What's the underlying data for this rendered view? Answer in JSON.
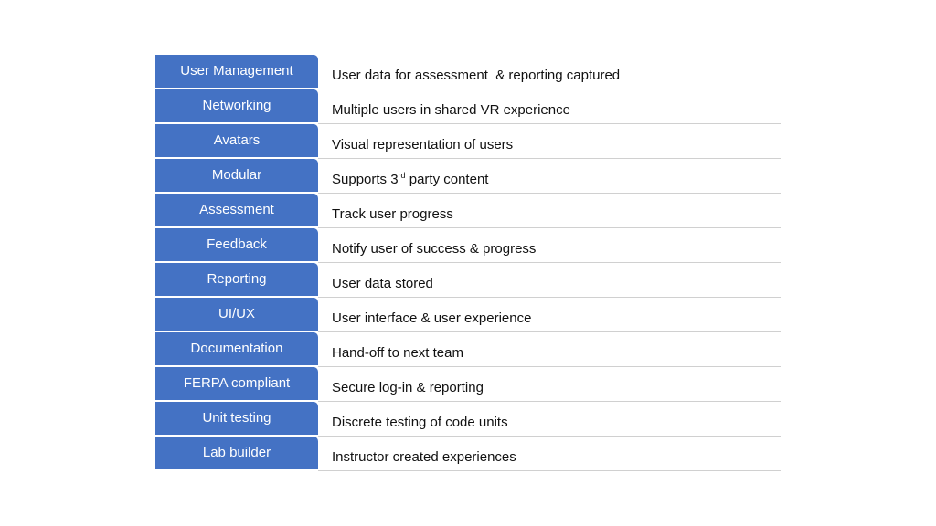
{
  "rows": [
    {
      "label": "User Management",
      "desc": "User data for assessment  & reporting captured"
    },
    {
      "label": "Networking",
      "desc": "Multiple users in shared VR experience"
    },
    {
      "label": "Avatars",
      "desc": "Visual representation of users"
    },
    {
      "label": "Modular",
      "desc_pre": "Supports 3",
      "desc_sup": "rd",
      "desc_post": " party content"
    },
    {
      "label": "Assessment",
      "desc": "Track user progress"
    },
    {
      "label": "Feedback",
      "desc": "Notify user of success & progress"
    },
    {
      "label": "Reporting",
      "desc": "User data stored"
    },
    {
      "label": "UI/UX",
      "desc": "User interface & user experience"
    },
    {
      "label": "Documentation",
      "desc": "Hand-off to next team"
    },
    {
      "label": "FERPA compliant",
      "desc": "Secure log-in & reporting"
    },
    {
      "label": "Unit testing",
      "desc": "Discrete testing of code units"
    },
    {
      "label": "Lab builder",
      "desc": "Instructor created experiences"
    }
  ],
  "colors": {
    "label_bg": "#4472c4",
    "label_text": "#ffffff",
    "rule": "#d0d0d0"
  }
}
